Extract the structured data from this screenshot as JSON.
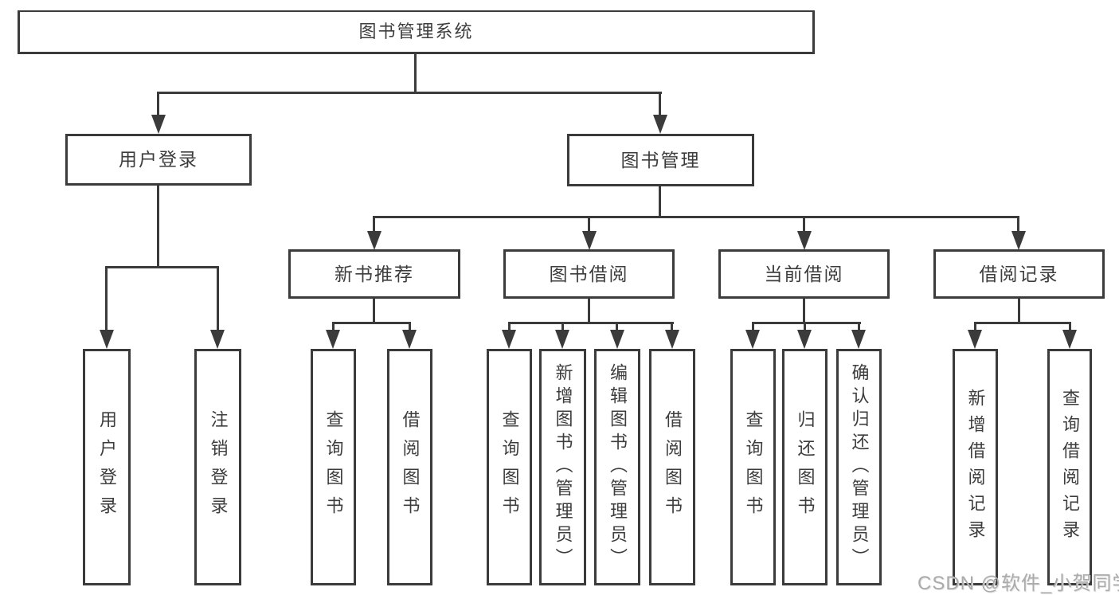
{
  "diagram": {
    "root": {
      "label": "图书管理系统"
    },
    "branches": [
      {
        "label": "用户登录"
      },
      {
        "label": "图书管理"
      }
    ],
    "modules": [
      {
        "label": "新书推荐"
      },
      {
        "label": "图书借阅"
      },
      {
        "label": "当前借阅"
      },
      {
        "label": "借阅记录"
      }
    ],
    "leaves": [
      {
        "label": "用户登录"
      },
      {
        "label": "注销登录"
      },
      {
        "label": "查询图书"
      },
      {
        "label": "借阅图书"
      },
      {
        "label": "查询图书"
      },
      {
        "label": "新增图书（管理员）"
      },
      {
        "label": "编辑图书（管理员）"
      },
      {
        "label": "借阅图书"
      },
      {
        "label": "查询图书"
      },
      {
        "label": "归还图书"
      },
      {
        "label": "确认归还（管理员）"
      },
      {
        "label": "新增借阅记录"
      },
      {
        "label": "查询借阅记录"
      }
    ]
  },
  "watermark": {
    "text": "CSDN @软件_小贺同学"
  },
  "colors": {
    "line": "#3b3b3b",
    "background": "#ffffff",
    "watermark": "#ababab"
  }
}
